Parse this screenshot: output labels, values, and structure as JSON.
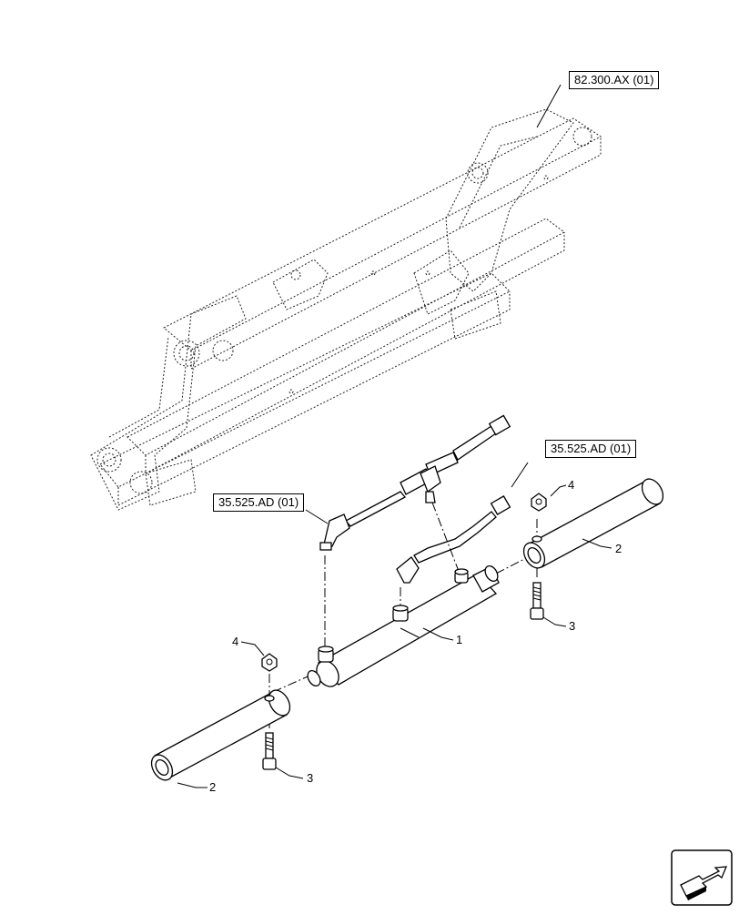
{
  "references": {
    "frame_ref": "82.300.AX (01)",
    "hose_ref_left": "35.525.AD (01)",
    "hose_ref_right": "35.525.AD (01)"
  },
  "callouts": {
    "cylinder": "1",
    "pin_left": "2",
    "pin_right": "2",
    "bolt_left": "3",
    "bolt_right": "3",
    "nut_left": "4",
    "nut_right": "4"
  },
  "icons": {
    "nav": "next-page-arrow-icon"
  }
}
